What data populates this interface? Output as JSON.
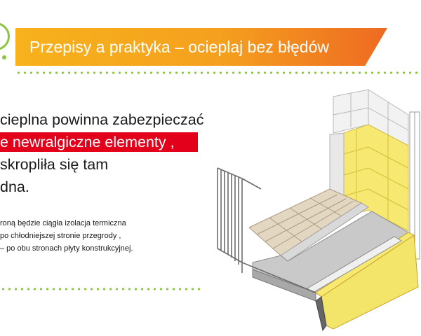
{
  "header": {
    "title": "Przepisy a praktyka – ocieplaj bez błędów"
  },
  "headline": {
    "line1": "cieplna powinna zabezpieczać",
    "line2_highlight": "e newralgiczne elementy  ,",
    "line3": "skropliła się tam",
    "line4": "dna."
  },
  "note": {
    "line1": "roną będzie ciągła izolacja termiczna",
    "line2": "po  chłodniejszej stronie przegrody ,",
    "line3": "– po  obu stronach płyty konstrukcyjnej."
  },
  "colors": {
    "accent_green": "#8cc63f",
    "banner_orange": "#f5a01e",
    "highlight_red": "#e3001b",
    "insulation_yellow": "#f3e46a"
  },
  "illustration": {
    "icon": "balcony-insulation-cross-section-icon"
  }
}
